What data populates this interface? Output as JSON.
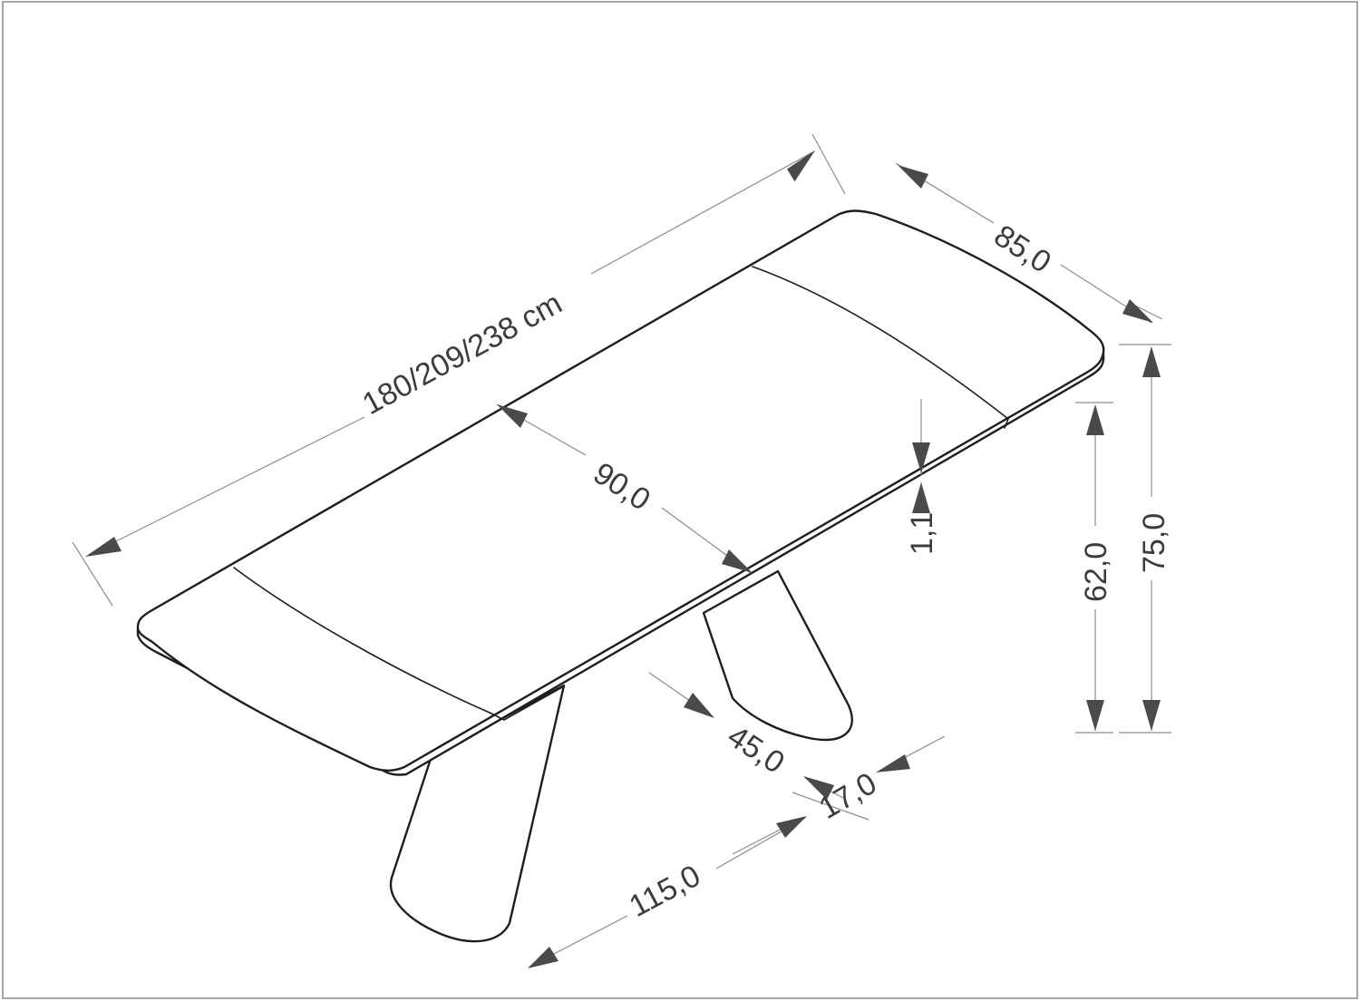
{
  "dimensions": {
    "length_label": "180/209/238 cm",
    "width_label": "85,0",
    "center_label": "90,0",
    "thickness_label": "1,1",
    "leg_top_height_label": "62,0",
    "total_height_label": "75,0",
    "leg_spread_label": "45,0",
    "foot_width_label": "17,0",
    "base_length_label": "115,0"
  },
  "colors": {
    "line": "#1e1e1e",
    "dimension_line": "#8c8c8c",
    "arrowhead": "#4a4a4a",
    "text": "#3c3c3c",
    "background": "#ffffff"
  }
}
